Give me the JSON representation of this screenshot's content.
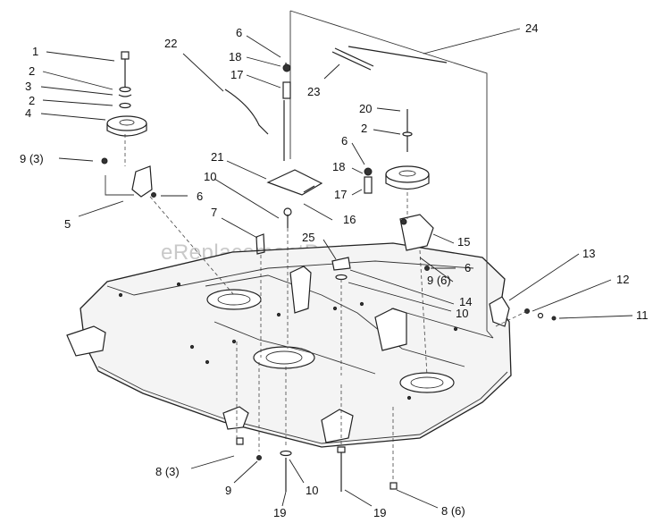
{
  "watermark": "eReplacementParts.com",
  "callouts": [
    {
      "text": "1"
    },
    {
      "text": "2"
    },
    {
      "text": "3"
    },
    {
      "text": "2"
    },
    {
      "text": "4"
    },
    {
      "text": "9 (3)"
    },
    {
      "text": "5"
    },
    {
      "text": "6"
    },
    {
      "text": "22"
    },
    {
      "text": "6"
    },
    {
      "text": "18"
    },
    {
      "text": "17"
    },
    {
      "text": "24"
    },
    {
      "text": "23"
    },
    {
      "text": "20"
    },
    {
      "text": "2"
    },
    {
      "text": "6"
    },
    {
      "text": "18"
    },
    {
      "text": "17"
    },
    {
      "text": "21"
    },
    {
      "text": "10"
    },
    {
      "text": "7"
    },
    {
      "text": "16"
    },
    {
      "text": "25"
    },
    {
      "text": "15"
    },
    {
      "text": "6"
    },
    {
      "text": "9 (6)"
    },
    {
      "text": "13"
    },
    {
      "text": "14"
    },
    {
      "text": "10"
    },
    {
      "text": "12"
    },
    {
      "text": "11"
    },
    {
      "text": "8 (3)"
    },
    {
      "text": "9"
    },
    {
      "text": "10"
    },
    {
      "text": "19"
    },
    {
      "text": "19"
    },
    {
      "text": "8 (6)"
    }
  ]
}
